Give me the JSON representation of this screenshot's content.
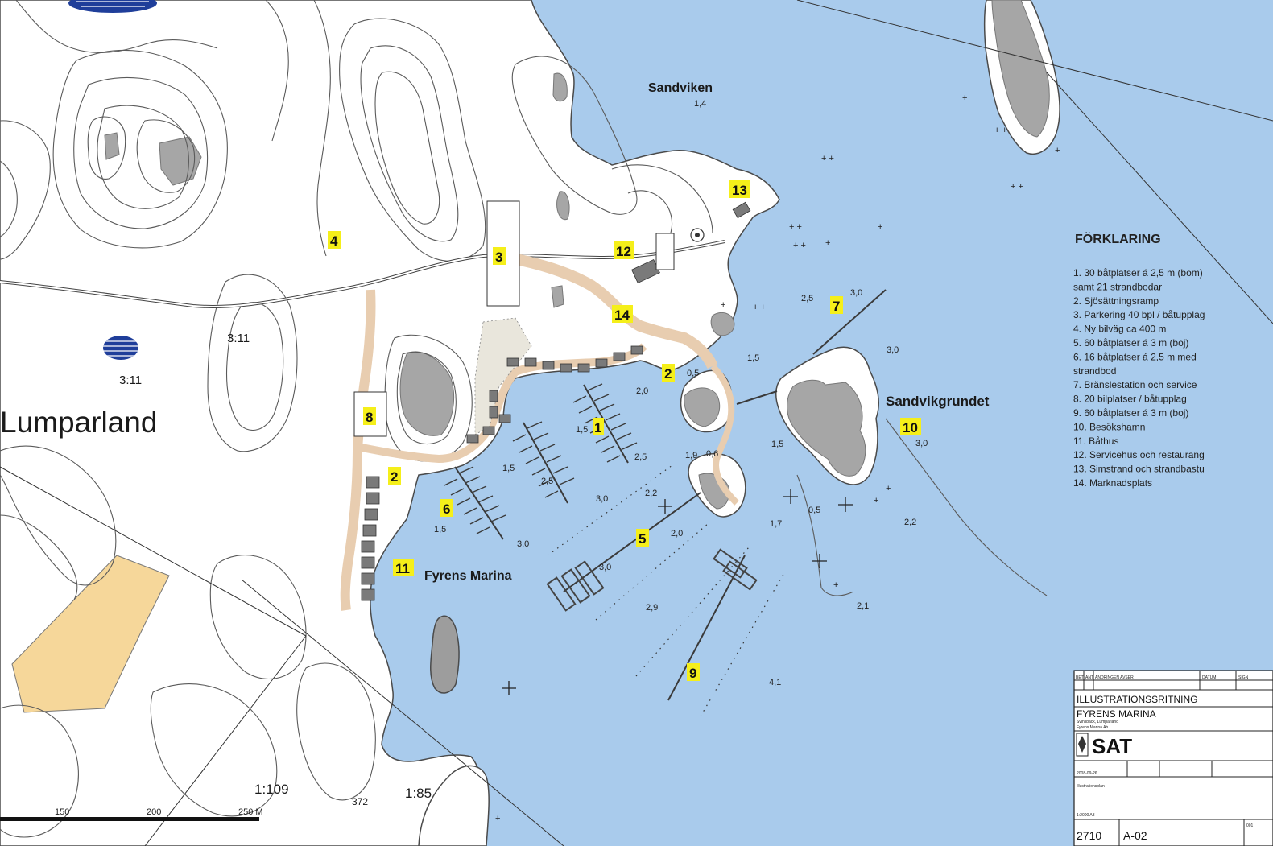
{
  "map": {
    "place_names": {
      "sandviken": "Sandviken",
      "lumparland": "Lumparland",
      "sandvikgrundet": "Sandvikgrundet",
      "fyrens_marina": "Fyrens Marina"
    },
    "land_labels": {
      "h311a": "3:11",
      "h311b": "3:11",
      "h1109": "1:109",
      "h185": "1:85",
      "h372": "372"
    },
    "depths": {
      "d1": "1,4",
      "d2": "2,5",
      "d3": "3,0",
      "d4": "3,0",
      "d5": "1,5",
      "d6": "2,0",
      "d7": "0,5",
      "d8": "1,5",
      "d9": "2,5",
      "d10": "1,5",
      "d11": "2,5",
      "d12": "1,9",
      "d13": "0,6",
      "d14": "1,5",
      "d15": "3,0",
      "d16": "2,2",
      "d17": "3,0",
      "d18": "1,5",
      "d19": "3,0",
      "d20": "2,0",
      "d21": "1,7",
      "d22": "0,5",
      "d23": "2,2",
      "d24": "3,0",
      "d25": "2,9",
      "d26": "2,1",
      "d27": "4,1"
    },
    "numbers": {
      "n1": "1",
      "n2a": "2",
      "n2b": "2",
      "n3": "3",
      "n4": "4",
      "n5": "5",
      "n6": "6",
      "n7": "7",
      "n8": "8",
      "n9": "9",
      "n10": "10",
      "n11": "11",
      "n12": "12",
      "n13": "13",
      "n14": "14"
    },
    "scale_bar": {
      "t150": "150",
      "t200": "200",
      "t250": "250 M"
    },
    "colors": {
      "water": "#a9cbec",
      "land": "#ffffff",
      "rock": "#a6a6a6",
      "path": "#f0dcc8",
      "field": "#f6d79a",
      "label_bg": "#f5ef1a"
    }
  },
  "legend": {
    "title": "FÖRKLARING",
    "items": [
      "1. 30 båtplatser á 2,5 m (bom)",
      "samt 21 strandbodar",
      "2. Sjösättningsramp",
      "3. Parkering 40 bpl / båtupplag",
      "4. Ny bilväg ca 400 m",
      "5. 60 båtplatser á 3 m (boj)",
      "6. 16 båtplatser á 2,5 m med",
      "strandbod",
      "7. Bränslestation och service",
      "8. 20 bilplatser / båtupplag",
      "9. 60 båtplatser á 3 m (boj)",
      "10. Besökshamn",
      "11. Båthus",
      "12. Servicehus och restaurang",
      "13. Simstrand och strandbastu",
      "14. Marknadsplats"
    ]
  },
  "title_block": {
    "header_cells": [
      "BET",
      "ANT",
      "ÄNDRINGEN AVSER",
      "DATUM",
      "SIGN"
    ],
    "drawing_kind": "ILLUSTRATIONSSRITNING",
    "project": "FYRENS MARINA",
    "location": "Svinsbäck, Lumparland",
    "client": "Fyrens Marina Ab",
    "company_logo": "SAT",
    "plan_name": "Illustrationsplan",
    "scale": "1:2000 A3",
    "project_no": "2710",
    "drawing_no": "A-02",
    "revision": "001",
    "date": "2008-09-26"
  }
}
